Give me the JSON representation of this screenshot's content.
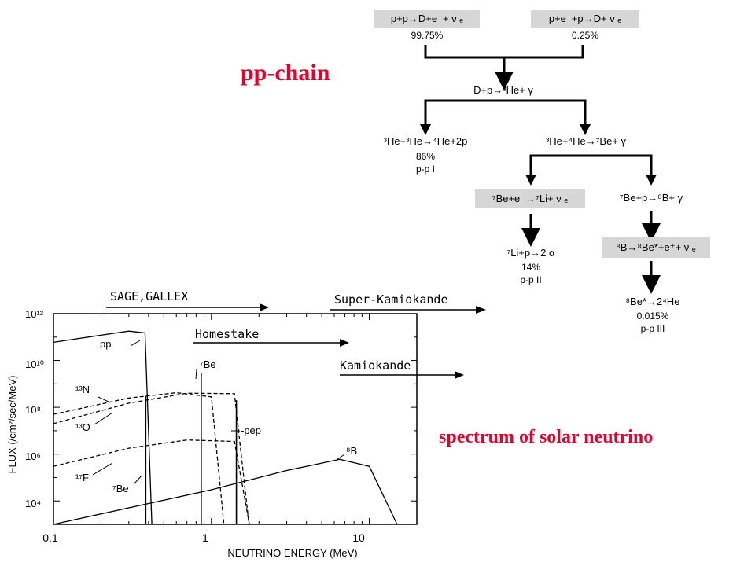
{
  "titles": {
    "pp_chain": "pp-chain",
    "spectrum": "spectrum of solar neutrino"
  },
  "chain": {
    "r1": "p+p→D+e⁺+ ν ₑ",
    "r1_pct": "99.75%",
    "r2": "p+e⁻+p→D+ ν ₑ",
    "r2_pct": "0.25%",
    "r3": "D+p→³He+ γ",
    "r4": "³He+³He→⁴He+2p",
    "r4_pct": "86%",
    "r4_name": "p-p I",
    "r5": "³He+⁴He→⁷Be+ γ",
    "r6": "⁷Be+e⁻→⁷Li+ ν ₑ",
    "r7": "⁷Be+p→⁸B+ γ",
    "r8": "⁷Li+p→2 α",
    "r8_pct": "14%",
    "r8_name": "p-p II",
    "r9": "⁸B→⁸Be*+e⁺+ ν ₑ",
    "r10": "⁸Be*→2⁴He",
    "r10_pct": "0.015%",
    "r10_name": "p-p III"
  },
  "detectors": {
    "sage": "SAGE,GALLEX",
    "superk": "Super-Kamiokande",
    "homestake": "Homestake",
    "kamiokande": "Kamiokande"
  },
  "plot_labels": {
    "ylabel": "FLUX (/cm²/sec/MeV)",
    "xlabel": "NEUTRINO ENERGY (MeV)",
    "pp": "pp",
    "be7_line": "⁷Be",
    "n13": "¹³N",
    "o15": "¹³O",
    "f17": "¹⁷F",
    "be7_low": "⁷Be",
    "pep": "-pep",
    "b8": "⁸B",
    "x_ticks": [
      "0.1",
      "1",
      "10"
    ],
    "y_ticks": [
      "10¹²",
      "10¹⁰",
      "10⁸",
      "10⁶",
      "10⁴"
    ]
  },
  "chart_data": {
    "type": "line",
    "xlabel": "NEUTRINO ENERGY (MeV)",
    "ylabel": "FLUX (/cm²/sec/MeV)",
    "x_scale": "log",
    "y_scale": "log",
    "xlim": [
      0.1,
      20
    ],
    "ylim": [
      1000,
      1000000000000
    ],
    "series": [
      {
        "name": "pp",
        "x": [
          0.1,
          0.2,
          0.3,
          0.38,
          0.42
        ],
        "y": [
          60000000000,
          120000000000,
          180000000000,
          150000000000,
          1000
        ]
      },
      {
        "name": "¹³N",
        "x": [
          0.1,
          0.3,
          0.6,
          1.0,
          1.2
        ],
        "y": [
          50000000,
          250000000,
          420000000,
          280000000,
          1000
        ]
      },
      {
        "name": "¹³O",
        "x": [
          0.1,
          0.3,
          0.7,
          1.4,
          1.73
        ],
        "y": [
          20000000,
          150000000,
          400000000,
          380000000,
          1000
        ]
      },
      {
        "name": "¹⁷F",
        "x": [
          0.1,
          0.3,
          0.7,
          1.4,
          1.74
        ],
        "y": [
          300000,
          1800000,
          4000000,
          3500000,
          1000
        ]
      },
      {
        "name": "⁸B",
        "x": [
          0.1,
          1,
          3,
          6.5,
          10,
          15
        ],
        "y": [
          1000,
          30000,
          200000,
          600000,
          300000,
          1000
        ]
      },
      {
        "name": "⁷Be",
        "x": [
          0.384,
          0.862
        ],
        "y": [
          300000000,
          3000000000
        ]
      },
      {
        "name": "pep",
        "x": [
          1.44
        ],
        "y": [
          200000000
        ]
      }
    ]
  }
}
